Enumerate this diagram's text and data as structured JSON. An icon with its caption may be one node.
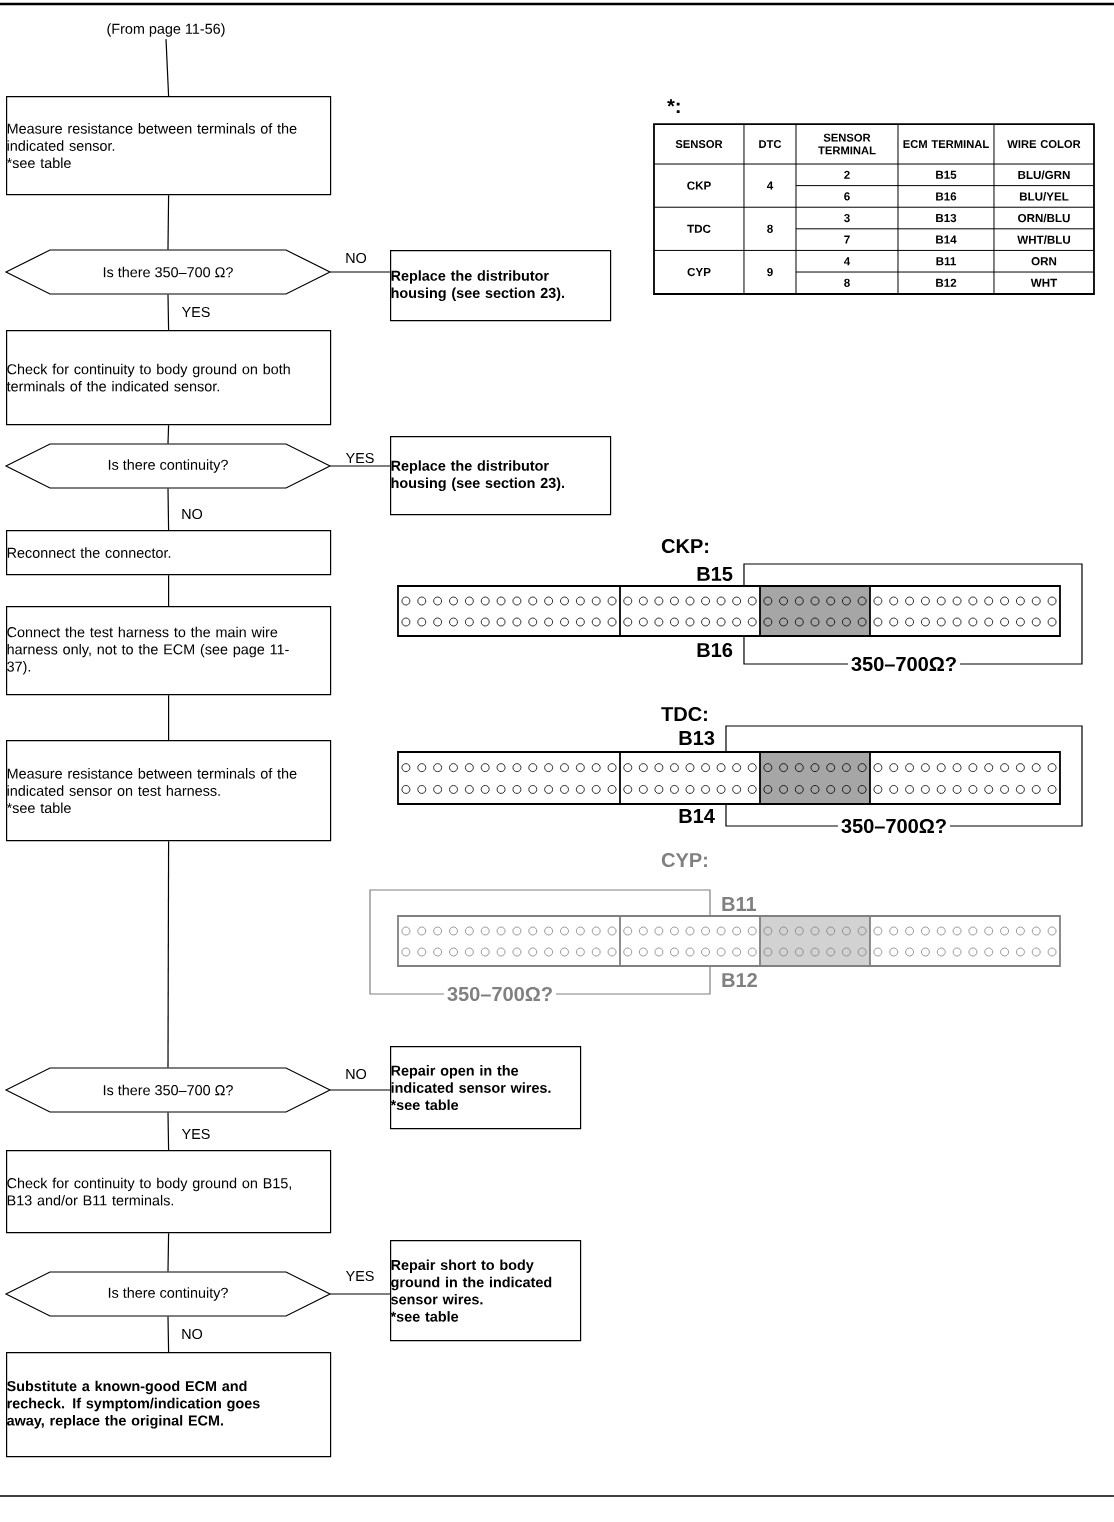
{
  "diagram": {
    "nodes": [
      {
        "text": [
          "(From page 11-56)"
        ]
      },
      {
        "text": [
          "Measure resistance between terminals of the indicated sensor.",
          "*see table"
        ]
      },
      {
        "text": [
          "Is there 350–700 Ω?"
        ]
      },
      {
        "text": [
          "Replace the distributor housing (see section 23)."
        ]
      },
      {
        "text": [
          "Check for continuity to body ground on both terminals of the indicated sensor."
        ]
      },
      {
        "text": [
          "Is there continuity?"
        ]
      },
      {
        "text": [
          "Replace the distributor housing (see section 23)."
        ]
      },
      {
        "text": [
          "Reconnect the connector."
        ]
      },
      {
        "text": [
          "Connect the test harness to the main wire harness only, not to the ECM (see page 11-37)."
        ]
      },
      {
        "text": [
          "Measure resistance between terminals of the indicated sensor on test harness.",
          "*see table"
        ]
      },
      {
        "text": [
          "Is there 350–700 Ω?"
        ]
      },
      {
        "text": [
          "Repair open in the indicated sensor wires.",
          "*see table"
        ]
      },
      {
        "text": [
          "Check for continuity to body ground on B15, B13 and/or B11 terminals."
        ]
      },
      {
        "text": [
          "Is there continuity?"
        ]
      },
      {
        "text": [
          "Repair short to body ground in the indicated sensor wires.",
          "*see table"
        ]
      },
      {
        "text": [
          "Substitute a known-good ECM and recheck. If symptom/indication goes away, replace the original ECM."
        ]
      }
    ],
    "edges": [
      {
        "from": 0,
        "to": 1,
        "arrow": "none"
      },
      {
        "from": 1,
        "to": 2,
        "arrow": "none"
      },
      {
        "from": 2,
        "to": 3,
        "arrow": "none",
        "label": "NO"
      },
      {
        "from": 2,
        "to": 4,
        "arrow": "none",
        "label": "YES"
      },
      {
        "from": 4,
        "to": 5,
        "arrow": "none"
      },
      {
        "from": 5,
        "to": 6,
        "arrow": "none",
        "label": "YES"
      },
      {
        "from": 5,
        "to": 7,
        "arrow": "none",
        "label": "NO"
      },
      {
        "from": 7,
        "to": 8,
        "arrow": "none"
      },
      {
        "from": 8,
        "to": 9,
        "arrow": "none"
      },
      {
        "from": 9,
        "to": 10,
        "arrow": "none"
      },
      {
        "from": 10,
        "to": 11,
        "arrow": "none",
        "label": "NO"
      },
      {
        "from": 10,
        "to": 12,
        "arrow": "none",
        "label": "YES"
      },
      {
        "from": 12,
        "to": 13,
        "arrow": "none"
      },
      {
        "from": 13,
        "to": 14,
        "arrow": "none",
        "label": "YES"
      },
      {
        "from": 13,
        "to": 15,
        "arrow": "none",
        "label": "NO"
      }
    ],
    "labels": [
      "*:",
      "SENSOR",
      "DTC",
      "SENSOR TERMINAL",
      "ECM TERMINAL",
      "WIRE COLOR",
      "CKP",
      "4",
      "2",
      "B15",
      "BLU/GRN",
      "6",
      "B16",
      "BLU/YEL",
      "TDC",
      "8",
      "3",
      "B13",
      "ORN/BLU",
      "7",
      "B14",
      "WHT/BLU",
      "CYP",
      "9",
      "4",
      "B11",
      "ORN",
      "8",
      "B12",
      "WHT",
      "CKP:",
      "B15",
      "B16",
      "350–700Ω?",
      "TDC:",
      "B13",
      "B14",
      "350–700Ω?",
      "CYP:",
      "B11",
      "B12",
      "350–700Ω?"
    ]
  }
}
